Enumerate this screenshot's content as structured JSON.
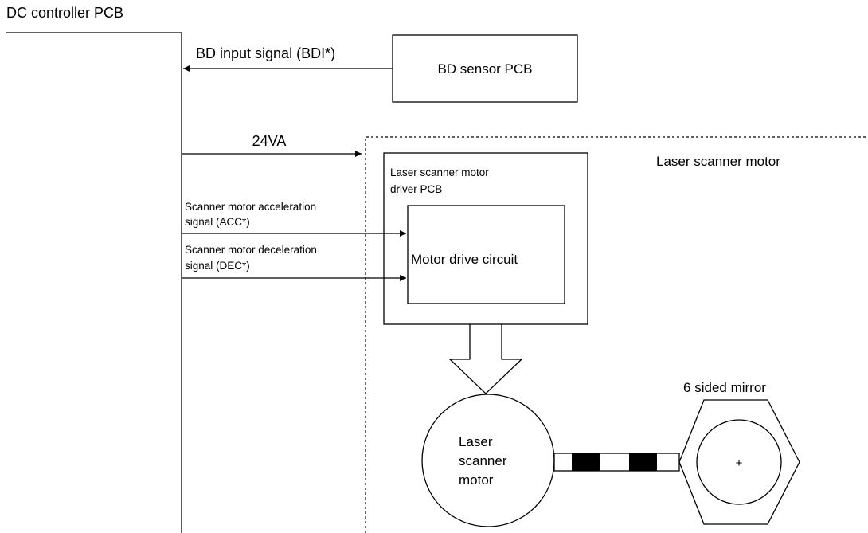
{
  "labels": {
    "dc_controller": "DC controller PCB",
    "bd_signal": "BD input signal (BDI*)",
    "bd_sensor": "BD sensor PCB",
    "power": "24VA",
    "scanner_motor_area": "Laser scanner motor",
    "driver_pcb_line1": "Laser scanner motor",
    "driver_pcb_line2": "driver PCB",
    "acc_line1": "Scanner motor acceleration",
    "acc_line2": "signal (ACC*)",
    "dec_line1": "Scanner motor deceleration",
    "dec_line2": "signal (DEC*)",
    "drive_circuit": "Motor drive circuit",
    "mirror": "6 sided mirror",
    "motor_line1": "Laser",
    "motor_line2": "scanner",
    "motor_line3": "motor",
    "mirror_center_mark": "+"
  }
}
